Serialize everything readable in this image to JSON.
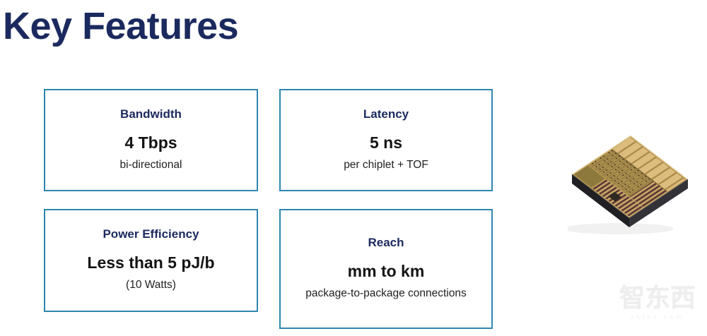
{
  "page": {
    "title": "Key Features"
  },
  "features": [
    {
      "name": "Bandwidth",
      "value": "4 Tbps",
      "detail": "bi-directional"
    },
    {
      "name": "Latency",
      "value": "5 ns",
      "detail": "per chiplet + TOF"
    },
    {
      "name": "Power Efficiency",
      "value": "Less than 5 pJ/b",
      "detail": "(10 Watts)"
    },
    {
      "name": "Reach",
      "value": "mm to km",
      "detail": "package-to-package connections"
    }
  ],
  "watermark": {
    "logo": "智东西",
    "url": "zhidx.com"
  },
  "colors": {
    "heading_navy": "#1b2a5e",
    "box_border_blue": "#2e86ae",
    "value_text": "#141414",
    "chip_gold": "#c6a767"
  }
}
